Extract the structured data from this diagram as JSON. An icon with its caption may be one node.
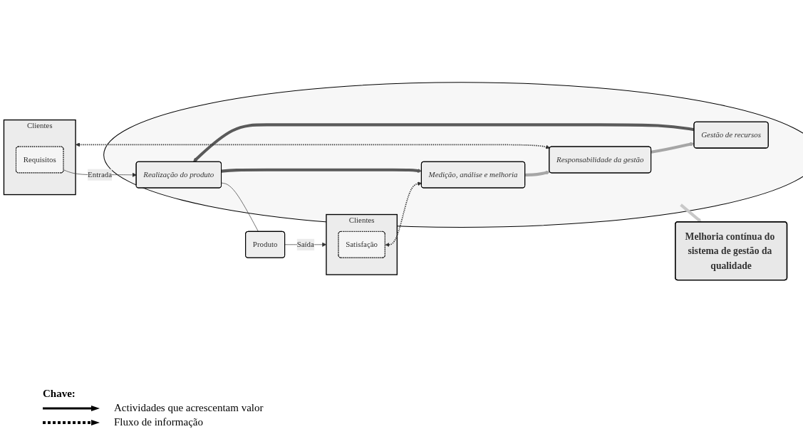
{
  "diagram": {
    "nodes": [
      {
        "text": [
          "Melhoria contínua do sistema de gestão da qualidade"
        ]
      },
      {
        "text": [
          "Clientes"
        ]
      },
      {
        "text": [
          "Requisitos"
        ],
        "in": 1
      },
      {
        "text": [],
        "shape": "circle"
      },
      {
        "text": [
          "Responsabilidade da gestão"
        ],
        "in": 3
      },
      {
        "text": [
          "Gestão de recursos"
        ],
        "in": 3
      },
      {
        "text": [
          "Medição, análise e melhoria"
        ],
        "in": 3
      },
      {
        "text": [
          "Realização do produto"
        ],
        "in": 3
      },
      {
        "text": [
          "Produto"
        ]
      },
      {
        "text": [
          "Clientes"
        ]
      },
      {
        "text": [
          "Satisfação"
        ],
        "in": 9
      }
    ],
    "edges": [
      {
        "from": 1,
        "to": 4,
        "arrow": "both",
        "style": "dashed"
      },
      {
        "from": 4,
        "to": 5,
        "arrow": "to",
        "style": "thick",
        "color": "#a6a6a6"
      },
      {
        "from": 5,
        "to": 7,
        "arrow": "to",
        "style": "thick",
        "color": "#5a5a5a"
      },
      {
        "from": 6,
        "to": 4,
        "arrow": "to",
        "style": "thick",
        "color": "#a6a6a6"
      },
      {
        "from": 3,
        "to": 0,
        "arrow": "to",
        "style": "thick",
        "color": "#c8c8c8"
      },
      {
        "from": 10,
        "to": 6,
        "arrow": "both",
        "style": "dashed"
      },
      {
        "from": 2,
        "to": 7,
        "arrow": "to",
        "label": "Entrada"
      },
      {
        "from": 7,
        "to": 6,
        "arrow": "to",
        "style": "thick",
        "color": "#5a5a5a"
      },
      {
        "from": 7,
        "to": 8,
        "arrow": "none"
      },
      {
        "from": 8,
        "to": 9,
        "arrow": "to",
        "label": "Saída"
      }
    ],
    "labels": [
      "Chave:"
    ],
    "legend": [
      {
        "text": "Actividades que acrescentam valor"
      },
      {
        "text": "Fluxo de informação"
      }
    ]
  }
}
